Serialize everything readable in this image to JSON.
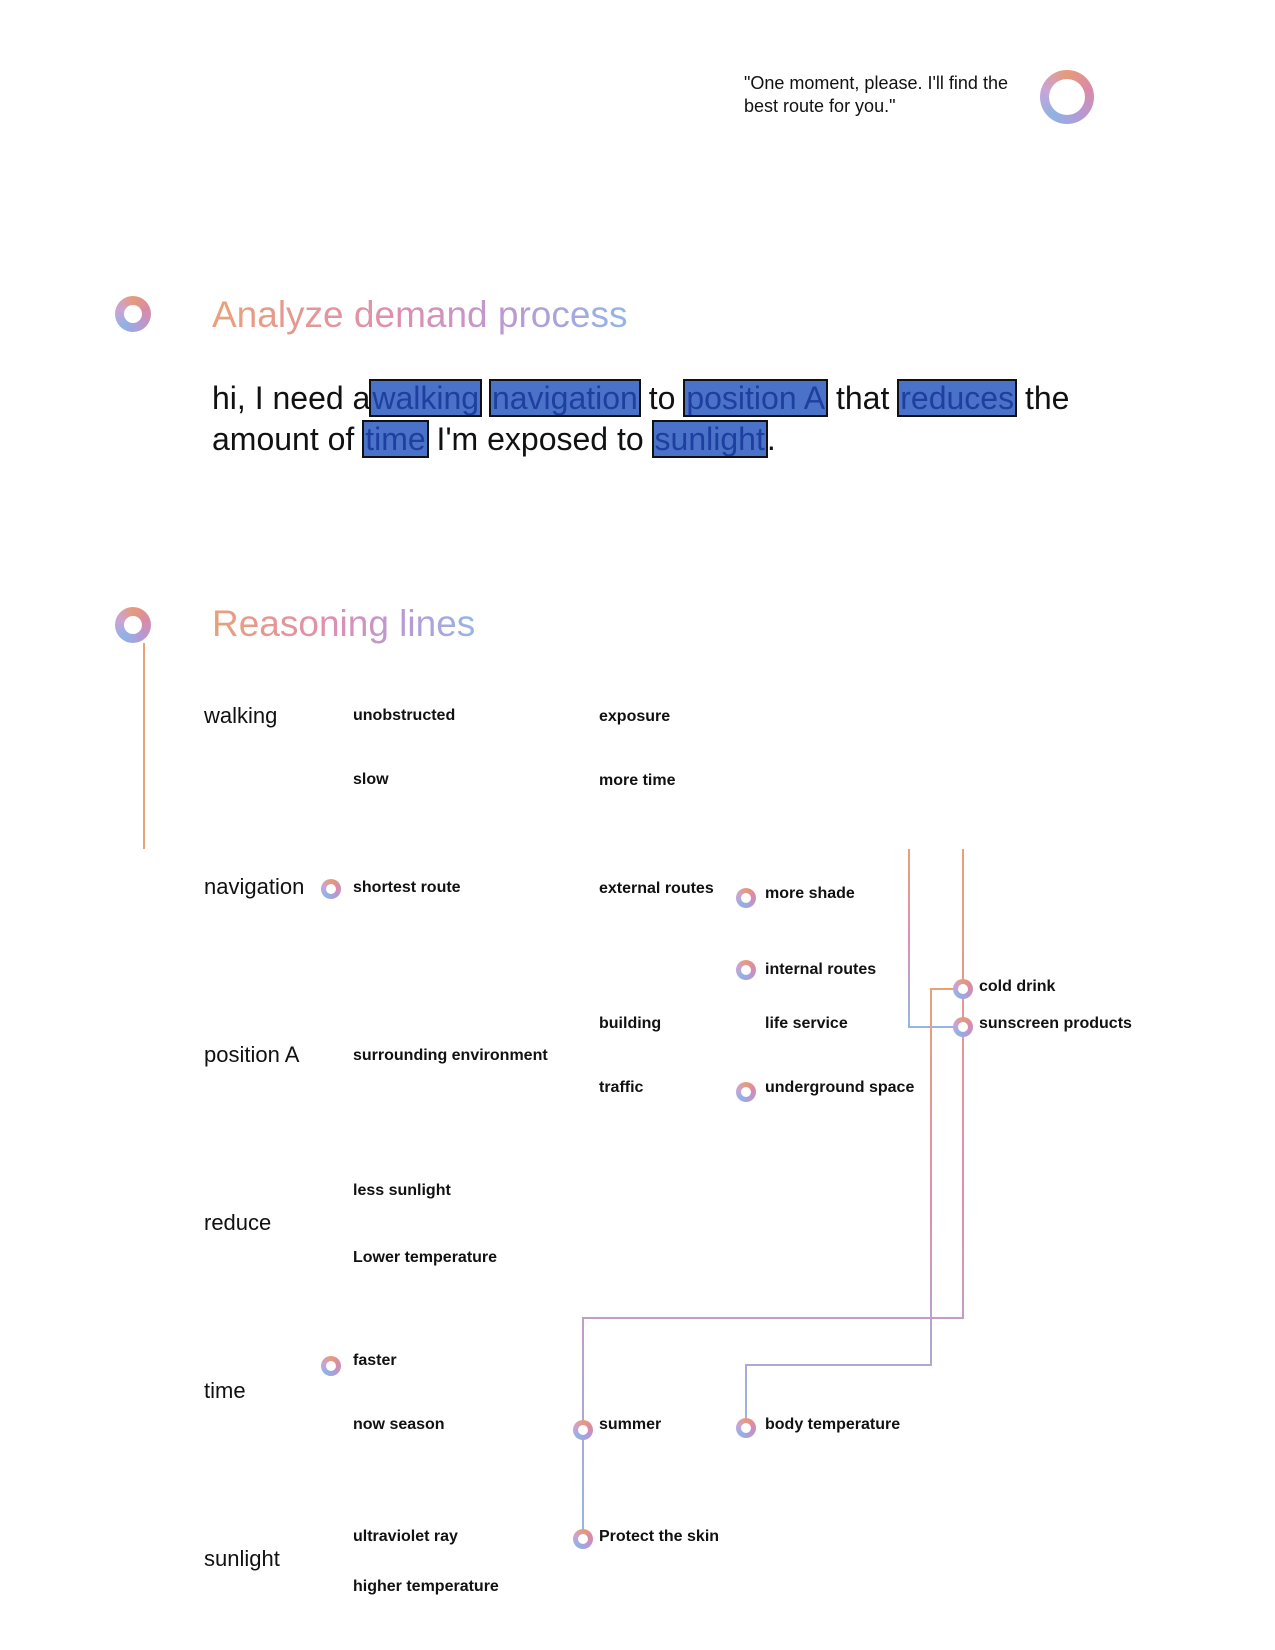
{
  "assistant": {
    "quote": "\"One moment, please. I'll find the best route for you.\""
  },
  "sections": {
    "analyze_title": "Analyze demand process",
    "reasoning_title": "Reasoning lines"
  },
  "sentence": {
    "part1": " hi,  I need a",
    "kw1": "walking",
    "part2": " ",
    "kw2": "navigation",
    "part3": " to ",
    "kw3": "position A",
    "part4": " that ",
    "kw4": "reduces",
    "part5": " the amount of ",
    "kw5": "time",
    "part6": " I'm exposed to ",
    "kw6": "sunlight",
    "part7": "."
  },
  "categories": {
    "walking": "walking",
    "navigation": "navigation",
    "position": "position A",
    "reduce": "reduce",
    "time": "time",
    "sunlight": "sunlight"
  },
  "items": {
    "unobstructed": "unobstructed",
    "exposure": "exposure",
    "slow": "slow",
    "more_time": "more time",
    "shortest_route": "shortest route",
    "external_routes": "external routes",
    "more_shade": "more shade",
    "internal_routes": "internal routes",
    "cold_drink": "cold drink",
    "building": "building",
    "life_service": "life service",
    "sunscreen_products": "sunscreen products",
    "surrounding_environment": "surrounding environment",
    "traffic": "traffic",
    "underground_space": "underground space",
    "less_sunlight": "less sunlight",
    "lower_temperature": "Lower temperature",
    "faster": "faster",
    "now_season": "now season",
    "summer": "summer",
    "body_temperature": "body temperature",
    "ultraviolet_ray": "ultraviolet ray",
    "protect_skin": "Protect the skin",
    "higher_temperature": "higher temperature"
  },
  "colors": {
    "gradient_orange": "#e9a178",
    "gradient_pink": "#de8fb0",
    "gradient_purple": "#b69bd7",
    "gradient_blue": "#93b6e6",
    "highlight_fill": "#4a72c8"
  }
}
